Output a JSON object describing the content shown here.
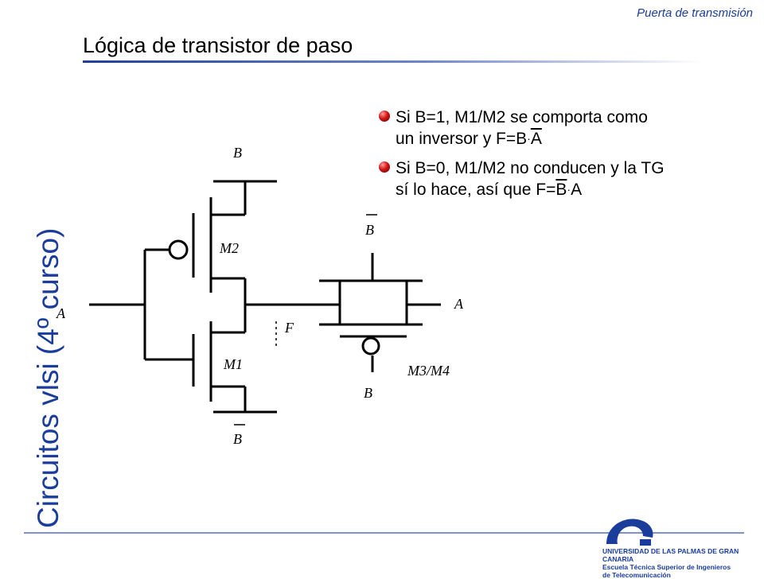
{
  "header": {
    "section": "Puerta de transmisión"
  },
  "slide": {
    "title": "Lógica de transistor de paso"
  },
  "sidebar": {
    "course": "Circuitos vlsi (4º curso)"
  },
  "bullets": [
    {
      "line1": "Si B=1, M1/M2 se comporta como",
      "line2_pre": "un inversor y F=B",
      "line2_dot": "·",
      "line2_ov": "A",
      "line2_post": ""
    },
    {
      "line1": "Si B=0, M1/M2 no conducen y la TG",
      "line2_pre": "sí lo hace, así que F=",
      "line2_ov": "B",
      "line2_dot": "·",
      "line2_post": "A"
    }
  ],
  "circuit": {
    "label_a_left": "A",
    "label_b_top": "B",
    "label_m2": "M2",
    "label_m1": "M1",
    "label_b_bottom": "B",
    "label_f": "F",
    "label_b_tg_top": "B",
    "label_a_right": "A",
    "label_m3m4": "M3/M4",
    "label_b_tg_bottom": "B"
  },
  "logo": {
    "line1": "UNIVERSIDAD DE LAS PALMAS DE GRAN CANARIA",
    "line2": "Escuela Técnica Superior de Ingenieros",
    "line3": "de Telecomunicación"
  },
  "colors": {
    "accent": "#1a3d9c",
    "bullet": "#d11414"
  }
}
